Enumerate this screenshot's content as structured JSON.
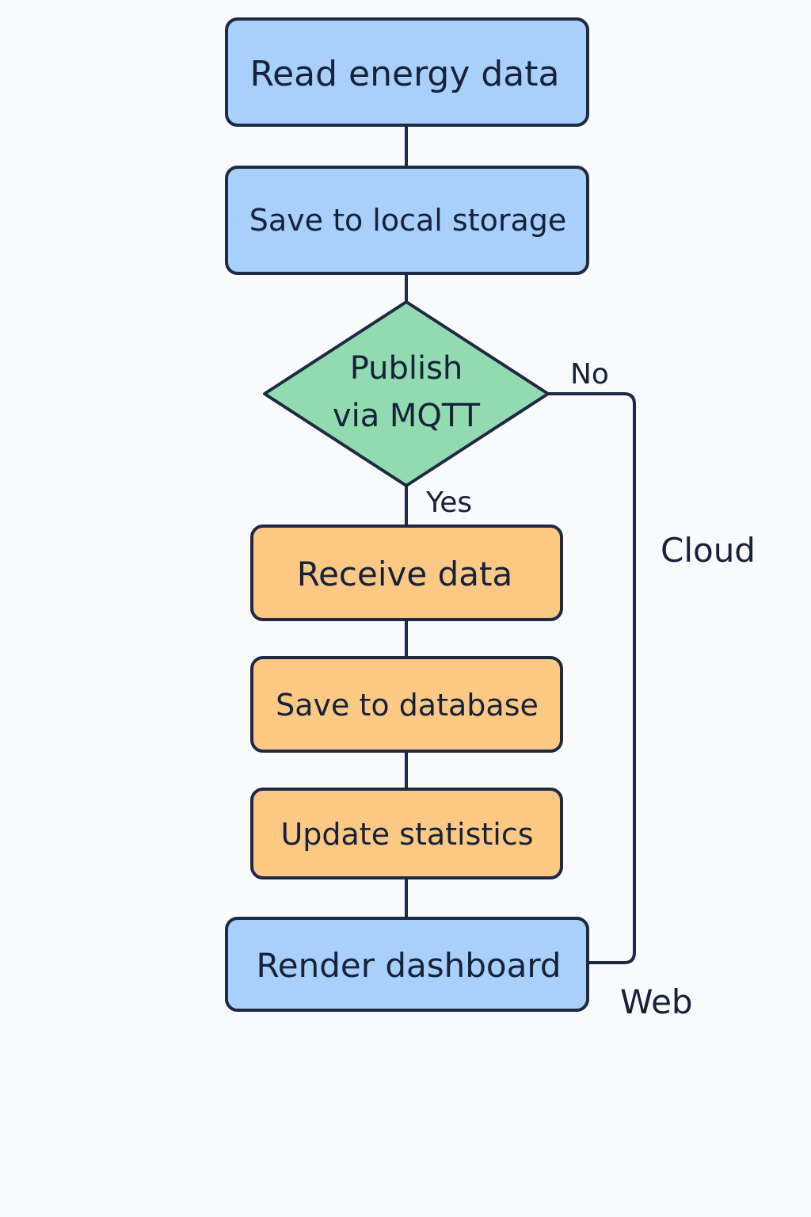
{
  "colors": {
    "blue_fill": "#a9d0fb",
    "green_fill": "#92dbb0",
    "orange_fill": "#fcc985",
    "stroke": "#1e2a44",
    "text": "#16213a",
    "background": "#f9fafc"
  },
  "nodes": {
    "read_energy": {
      "label": "Read energy data"
    },
    "save_local": {
      "label": "Save to local storage"
    },
    "publish_mqtt": {
      "line1": "Publish",
      "line2": "via MQTT"
    },
    "receive_data": {
      "label": "Receive data"
    },
    "save_database": {
      "label": "Save to database"
    },
    "update_statistics": {
      "label": "Update statistics"
    },
    "render_dashboard": {
      "label": "Render dashboard"
    }
  },
  "edges": {
    "no_label": "No",
    "yes_label": "Yes"
  },
  "groups": {
    "cloud_label": "Cloud",
    "web_label": "Web"
  }
}
